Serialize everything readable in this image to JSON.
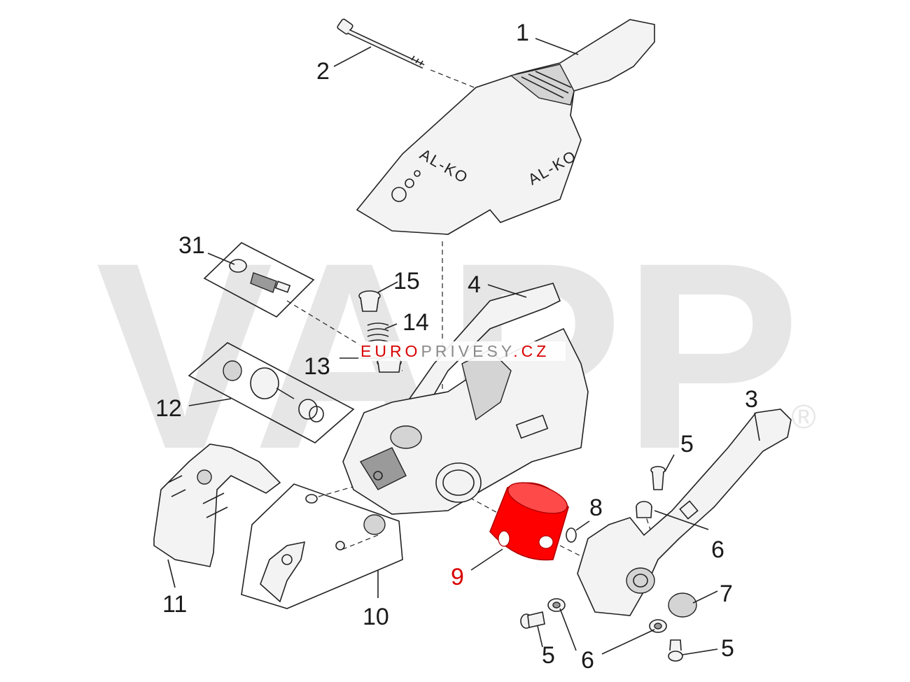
{
  "brand": {
    "watermark_text": "VAPP",
    "watermark_mark": "®",
    "site_a": "EURO",
    "site_b": "PRIVESY",
    "site_c": ".CZ",
    "logo_label": "AL-KO",
    "colors": {
      "highlight": "#d90000",
      "watermark": "#e6e6e6",
      "site_gray": "#8a8a8a"
    }
  },
  "callouts": [
    {
      "id": "1",
      "text": "1",
      "highlight": false
    },
    {
      "id": "2",
      "text": "2",
      "highlight": false
    },
    {
      "id": "3",
      "text": "3",
      "highlight": false
    },
    {
      "id": "4",
      "text": "4",
      "highlight": false
    },
    {
      "id": "5a",
      "text": "5",
      "highlight": false
    },
    {
      "id": "5b",
      "text": "5",
      "highlight": false
    },
    {
      "id": "5c",
      "text": "5",
      "highlight": false
    },
    {
      "id": "6a",
      "text": "6",
      "highlight": false
    },
    {
      "id": "6b",
      "text": "6",
      "highlight": false
    },
    {
      "id": "7",
      "text": "7",
      "highlight": false
    },
    {
      "id": "8",
      "text": "8",
      "highlight": false
    },
    {
      "id": "9",
      "text": "9",
      "highlight": true
    },
    {
      "id": "10",
      "text": "10",
      "highlight": false
    },
    {
      "id": "11",
      "text": "11",
      "highlight": false
    },
    {
      "id": "12",
      "text": "12",
      "highlight": false
    },
    {
      "id": "13",
      "text": "13",
      "highlight": false
    },
    {
      "id": "14",
      "text": "14",
      "highlight": false
    },
    {
      "id": "15",
      "text": "15",
      "highlight": false
    },
    {
      "id": "31",
      "text": "31",
      "highlight": false
    }
  ]
}
